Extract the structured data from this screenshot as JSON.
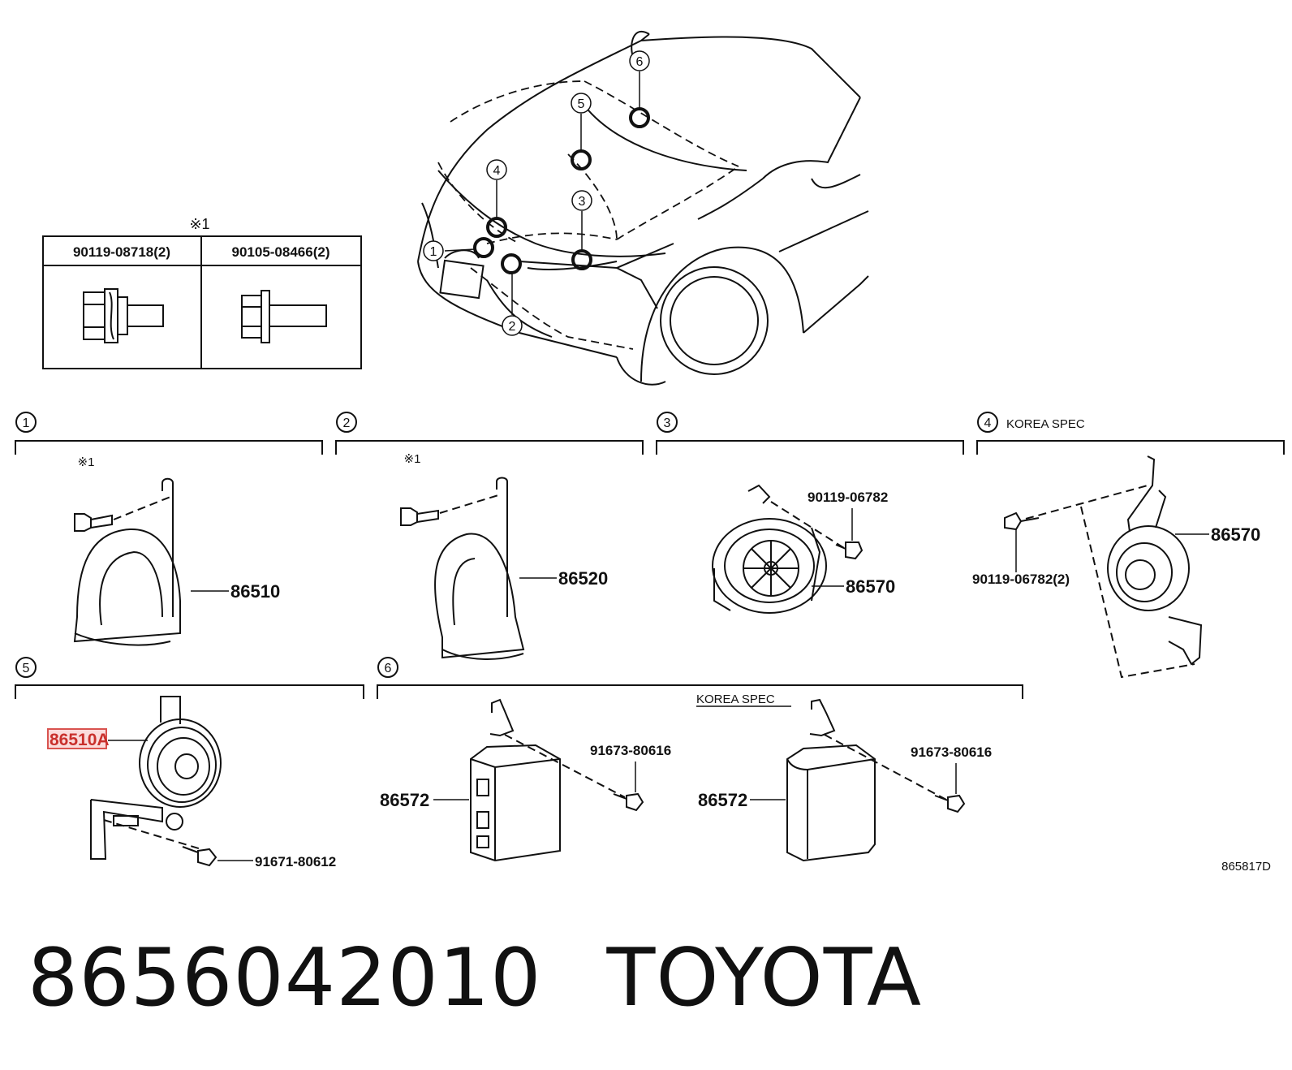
{
  "note_marker": "※1",
  "fastener_table": {
    "col1": "90119-08718(2)",
    "col2": "90105-08466(2)"
  },
  "callouts": [
    "1",
    "2",
    "3",
    "4",
    "5",
    "6"
  ],
  "sections": {
    "s1": {
      "num": "1",
      "note": "※1",
      "part": "86510"
    },
    "s2": {
      "num": "2",
      "note": "※1",
      "part": "86520"
    },
    "s3": {
      "num": "3",
      "bolt": "90119-06782",
      "part": "86570"
    },
    "s4": {
      "num": "4",
      "spec": "KOREA SPEC",
      "bolt": "90119-06782(2)",
      "part": "86570"
    },
    "s5": {
      "num": "5",
      "part": "86510A",
      "bolt": "91671-80612"
    },
    "s6": {
      "num": "6",
      "spec": "KOREA SPEC",
      "part_a": "86572",
      "bolt_a": "91673-80616",
      "part_b": "86572",
      "bolt_b": "91673-80616"
    }
  },
  "diagram_code": "865817D",
  "footer": {
    "part_number": "8656042010",
    "brand": "TOYOTA"
  },
  "highlight_color": "#d9534f"
}
